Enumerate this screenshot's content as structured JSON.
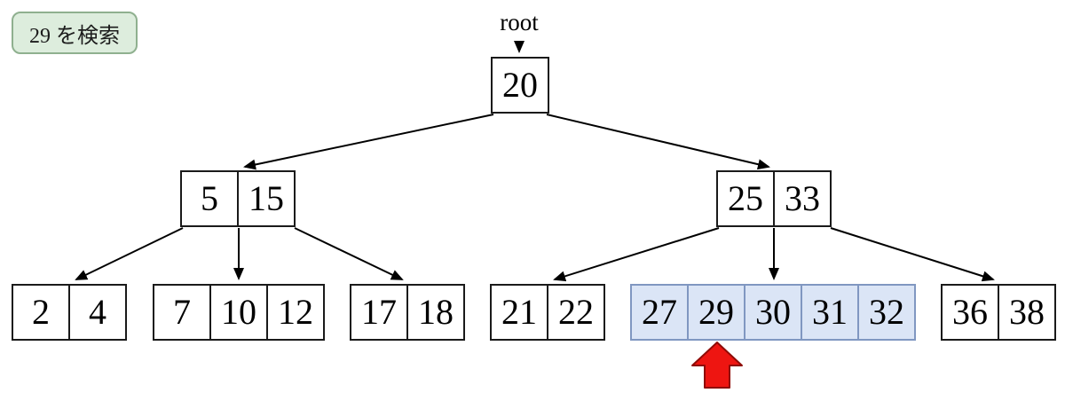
{
  "badge": {
    "label": "29 を検索"
  },
  "tree": {
    "root_label": "root",
    "root": {
      "keys": [
        "20"
      ]
    },
    "internal": [
      {
        "keys": [
          "5",
          "15"
        ]
      },
      {
        "keys": [
          "25",
          "33"
        ]
      }
    ],
    "leaves": [
      {
        "keys": [
          "2",
          "4"
        ]
      },
      {
        "keys": [
          "7",
          "10",
          "12"
        ]
      },
      {
        "keys": [
          "17",
          "18"
        ]
      },
      {
        "keys": [
          "21",
          "22"
        ]
      },
      {
        "keys": [
          "27",
          "29",
          "30",
          "31",
          "32"
        ],
        "highlighted": true,
        "found_key": "29"
      },
      {
        "keys": [
          "36",
          "38"
        ]
      }
    ]
  },
  "colors": {
    "badge_bg": "#ddeddd",
    "badge_border": "#8fb08f",
    "node_border": "#1a1a1a",
    "highlight_bg": "#dbe5f6",
    "highlight_border": "#8097c1",
    "edge": "#000000",
    "found_arrow_fill": "#ee1511",
    "found_arrow_stroke": "#8f0b06"
  }
}
